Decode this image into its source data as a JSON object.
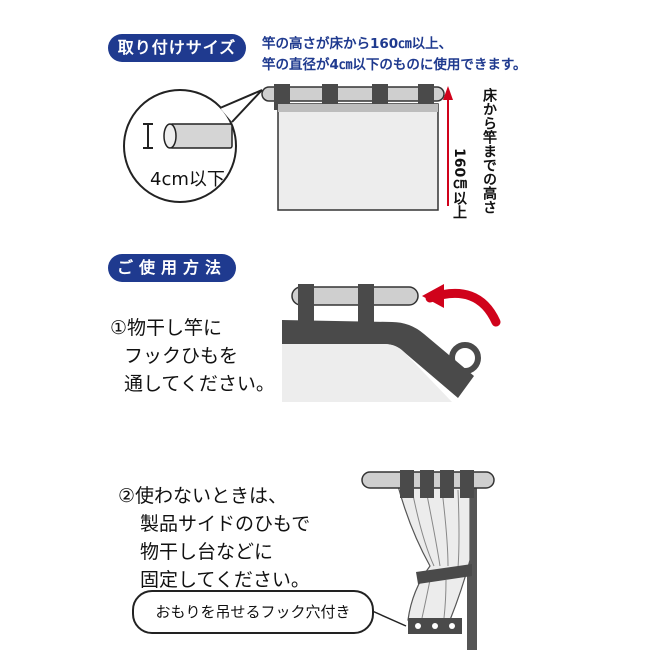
{
  "section1": {
    "title": "取り付けサイズ",
    "note_line1": "竿の高さが床から160㎝以上、",
    "note_line2": "竿の直径が4㎝以下のものに使用できます。",
    "height_label": "床から竿までの高さ",
    "height_value": "160㎝以上",
    "diameter_label": "4cm以下"
  },
  "section2": {
    "title": "ご使用方法",
    "step1_lines": [
      "①物干し竿に",
      "フックひもを",
      "通してください。"
    ],
    "step2_lines": [
      "②使わないときは、",
      "製品サイドのひもで",
      "物干し台などに",
      "固定してください。"
    ],
    "hook_note": "おもりを吊せるフック穴付き"
  },
  "colors": {
    "pill": "#1f3a8f",
    "note_text": "#1f3a8f",
    "arrow": "#d0021b",
    "pole": "#cfcfcf",
    "strap": "#4a4a4a",
    "curtain": "#ececec"
  }
}
